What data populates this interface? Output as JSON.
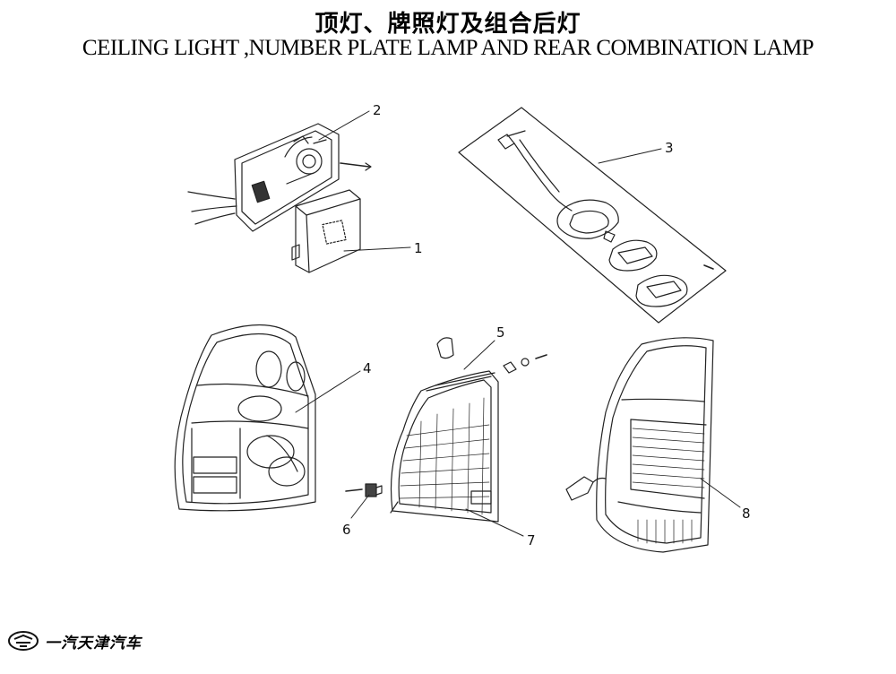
{
  "header": {
    "title_cn": "顶灯、牌照灯及组合后灯",
    "title_en": "CEILING LIGHT ,NUMBER PLATE LAMP  AND  REAR COMBINATION LAMP"
  },
  "callouts": [
    "1",
    "2",
    "3",
    "4",
    "5",
    "6",
    "7",
    "8"
  ],
  "footer": {
    "brand": "一汽天津汽车"
  }
}
